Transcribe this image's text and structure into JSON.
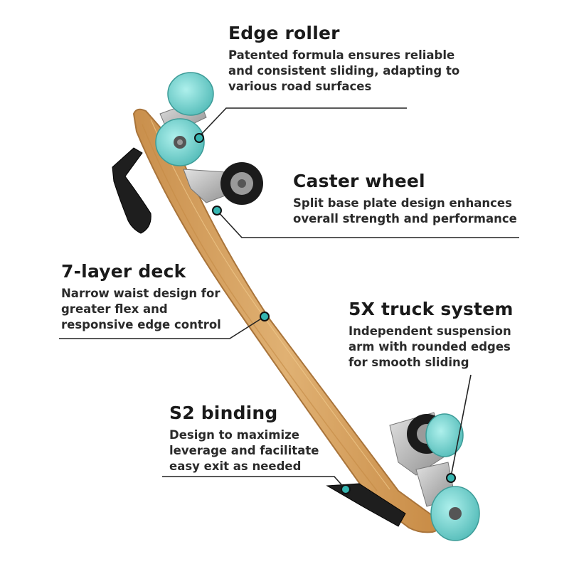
{
  "callouts": {
    "edge_roller": {
      "title": "Edge roller",
      "lines": [
        "Patented formula ensures reliable",
        "and consistent sliding, adapting to",
        "various road surfaces"
      ]
    },
    "caster_wheel": {
      "title": "Caster wheel",
      "lines": [
        "Split base plate design enhances",
        "overall strength and performance"
      ]
    },
    "deck": {
      "title": "7-layer deck",
      "lines": [
        "Narrow waist design for",
        "greater flex and",
        "responsive edge control"
      ]
    },
    "truck": {
      "title": "5X truck system",
      "lines": [
        "Independent suspension",
        "arm with rounded edges",
        "for smooth sliding"
      ]
    },
    "binding": {
      "title": "S2 binding",
      "lines": [
        "Design to maximize",
        "leverage and facilitate",
        "easy exit as needed"
      ]
    }
  },
  "colors": {
    "deck_wood": "#d9a766",
    "deck_edge": "#b8823e",
    "wheel_teal": "#79d3d0",
    "metal": "#b9b9b9",
    "binding_black": "#1e1e1e",
    "leader_line": "#222222",
    "dot_teal": "#35b5b0"
  }
}
